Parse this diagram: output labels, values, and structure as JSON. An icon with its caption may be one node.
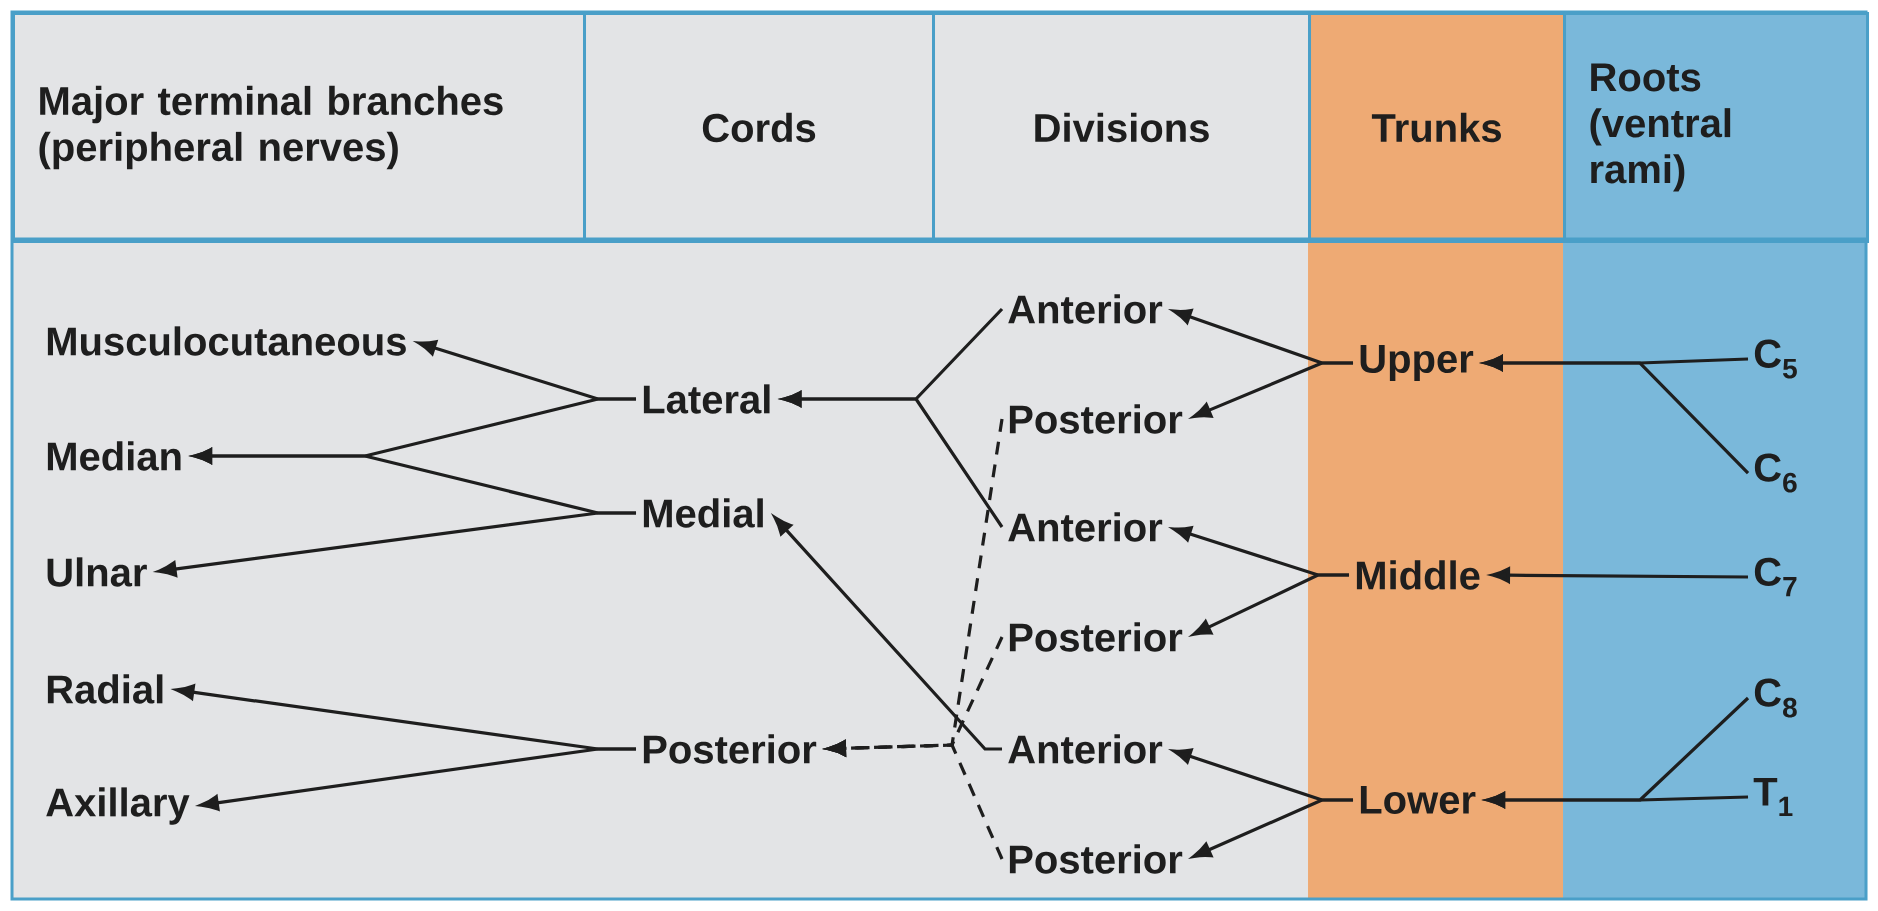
{
  "diagram": {
    "nodes": [
      {
        "text": [
          "Major terminal branches (peripheral nerves)"
        ]
      },
      {
        "text": [
          "Cords"
        ]
      },
      {
        "text": [
          "Divisions"
        ]
      },
      {
        "text": [
          "Trunks"
        ]
      },
      {
        "text": [
          "Roots (ventral rami)"
        ]
      },
      {
        "text": [
          "Musculocutaneous"
        ]
      },
      {
        "text": [
          "Median"
        ]
      },
      {
        "text": [
          "Ulnar"
        ]
      },
      {
        "text": [
          "Radial"
        ]
      },
      {
        "text": [
          "Axillary"
        ]
      },
      {
        "text": [
          "Lateral"
        ]
      },
      {
        "text": [
          "Medial"
        ]
      },
      {
        "text": [
          "Posterior"
        ]
      },
      {
        "text": [
          "Anterior"
        ]
      },
      {
        "text": [
          "Posterior"
        ]
      },
      {
        "text": [
          "Anterior"
        ]
      },
      {
        "text": [
          "Posterior"
        ]
      },
      {
        "text": [
          "Anterior"
        ]
      },
      {
        "text": [
          "Posterior"
        ]
      },
      {
        "text": [
          "Upper"
        ]
      },
      {
        "text": [
          "Middle"
        ]
      },
      {
        "text": [
          "Lower"
        ]
      },
      {
        "text": [
          "C$_{5}$"
        ]
      },
      {
        "text": [
          "C$_{6}$"
        ]
      },
      {
        "text": [
          "C$_{7}$"
        ]
      },
      {
        "text": [
          "C$_{8}$"
        ]
      },
      {
        "text": [
          "T$_{1}$"
        ]
      }
    ],
    "edges": [
      {
        "from": 22,
        "to": 19,
        "arrow": "to"
      },
      {
        "from": 23,
        "to": 19,
        "arrow": "to"
      },
      {
        "from": 24,
        "to": 20,
        "arrow": "to"
      },
      {
        "from": 25,
        "to": 21,
        "arrow": "to"
      },
      {
        "from": 26,
        "to": 21,
        "arrow": "to"
      },
      {
        "from": 19,
        "to": 13,
        "arrow": "to"
      },
      {
        "from": 19,
        "to": 14,
        "arrow": "to"
      },
      {
        "from": 20,
        "to": 15,
        "arrow": "to"
      },
      {
        "from": 20,
        "to": 16,
        "arrow": "to"
      },
      {
        "from": 21,
        "to": 17,
        "arrow": "to"
      },
      {
        "from": 21,
        "to": 18,
        "arrow": "to"
      },
      {
        "from": 13,
        "to": 10,
        "arrow": "to"
      },
      {
        "from": 15,
        "to": 10,
        "arrow": "to"
      },
      {
        "from": 17,
        "to": 11,
        "arrow": "to"
      },
      {
        "from": 14,
        "to": 12,
        "arrow": "to",
        "style": "dashed"
      },
      {
        "from": 16,
        "to": 12,
        "arrow": "to",
        "style": "dashed"
      },
      {
        "from": 18,
        "to": 12,
        "arrow": "to",
        "style": "dashed"
      },
      {
        "from": 10,
        "to": 5,
        "arrow": "to"
      },
      {
        "from": 10,
        "to": 6,
        "arrow": "to"
      },
      {
        "from": 11,
        "to": 6,
        "arrow": "to"
      },
      {
        "from": 11,
        "to": 7,
        "arrow": "to"
      },
      {
        "from": 12,
        "to": 8,
        "arrow": "to"
      },
      {
        "from": 12,
        "to": 9,
        "arrow": "to"
      }
    ]
  }
}
